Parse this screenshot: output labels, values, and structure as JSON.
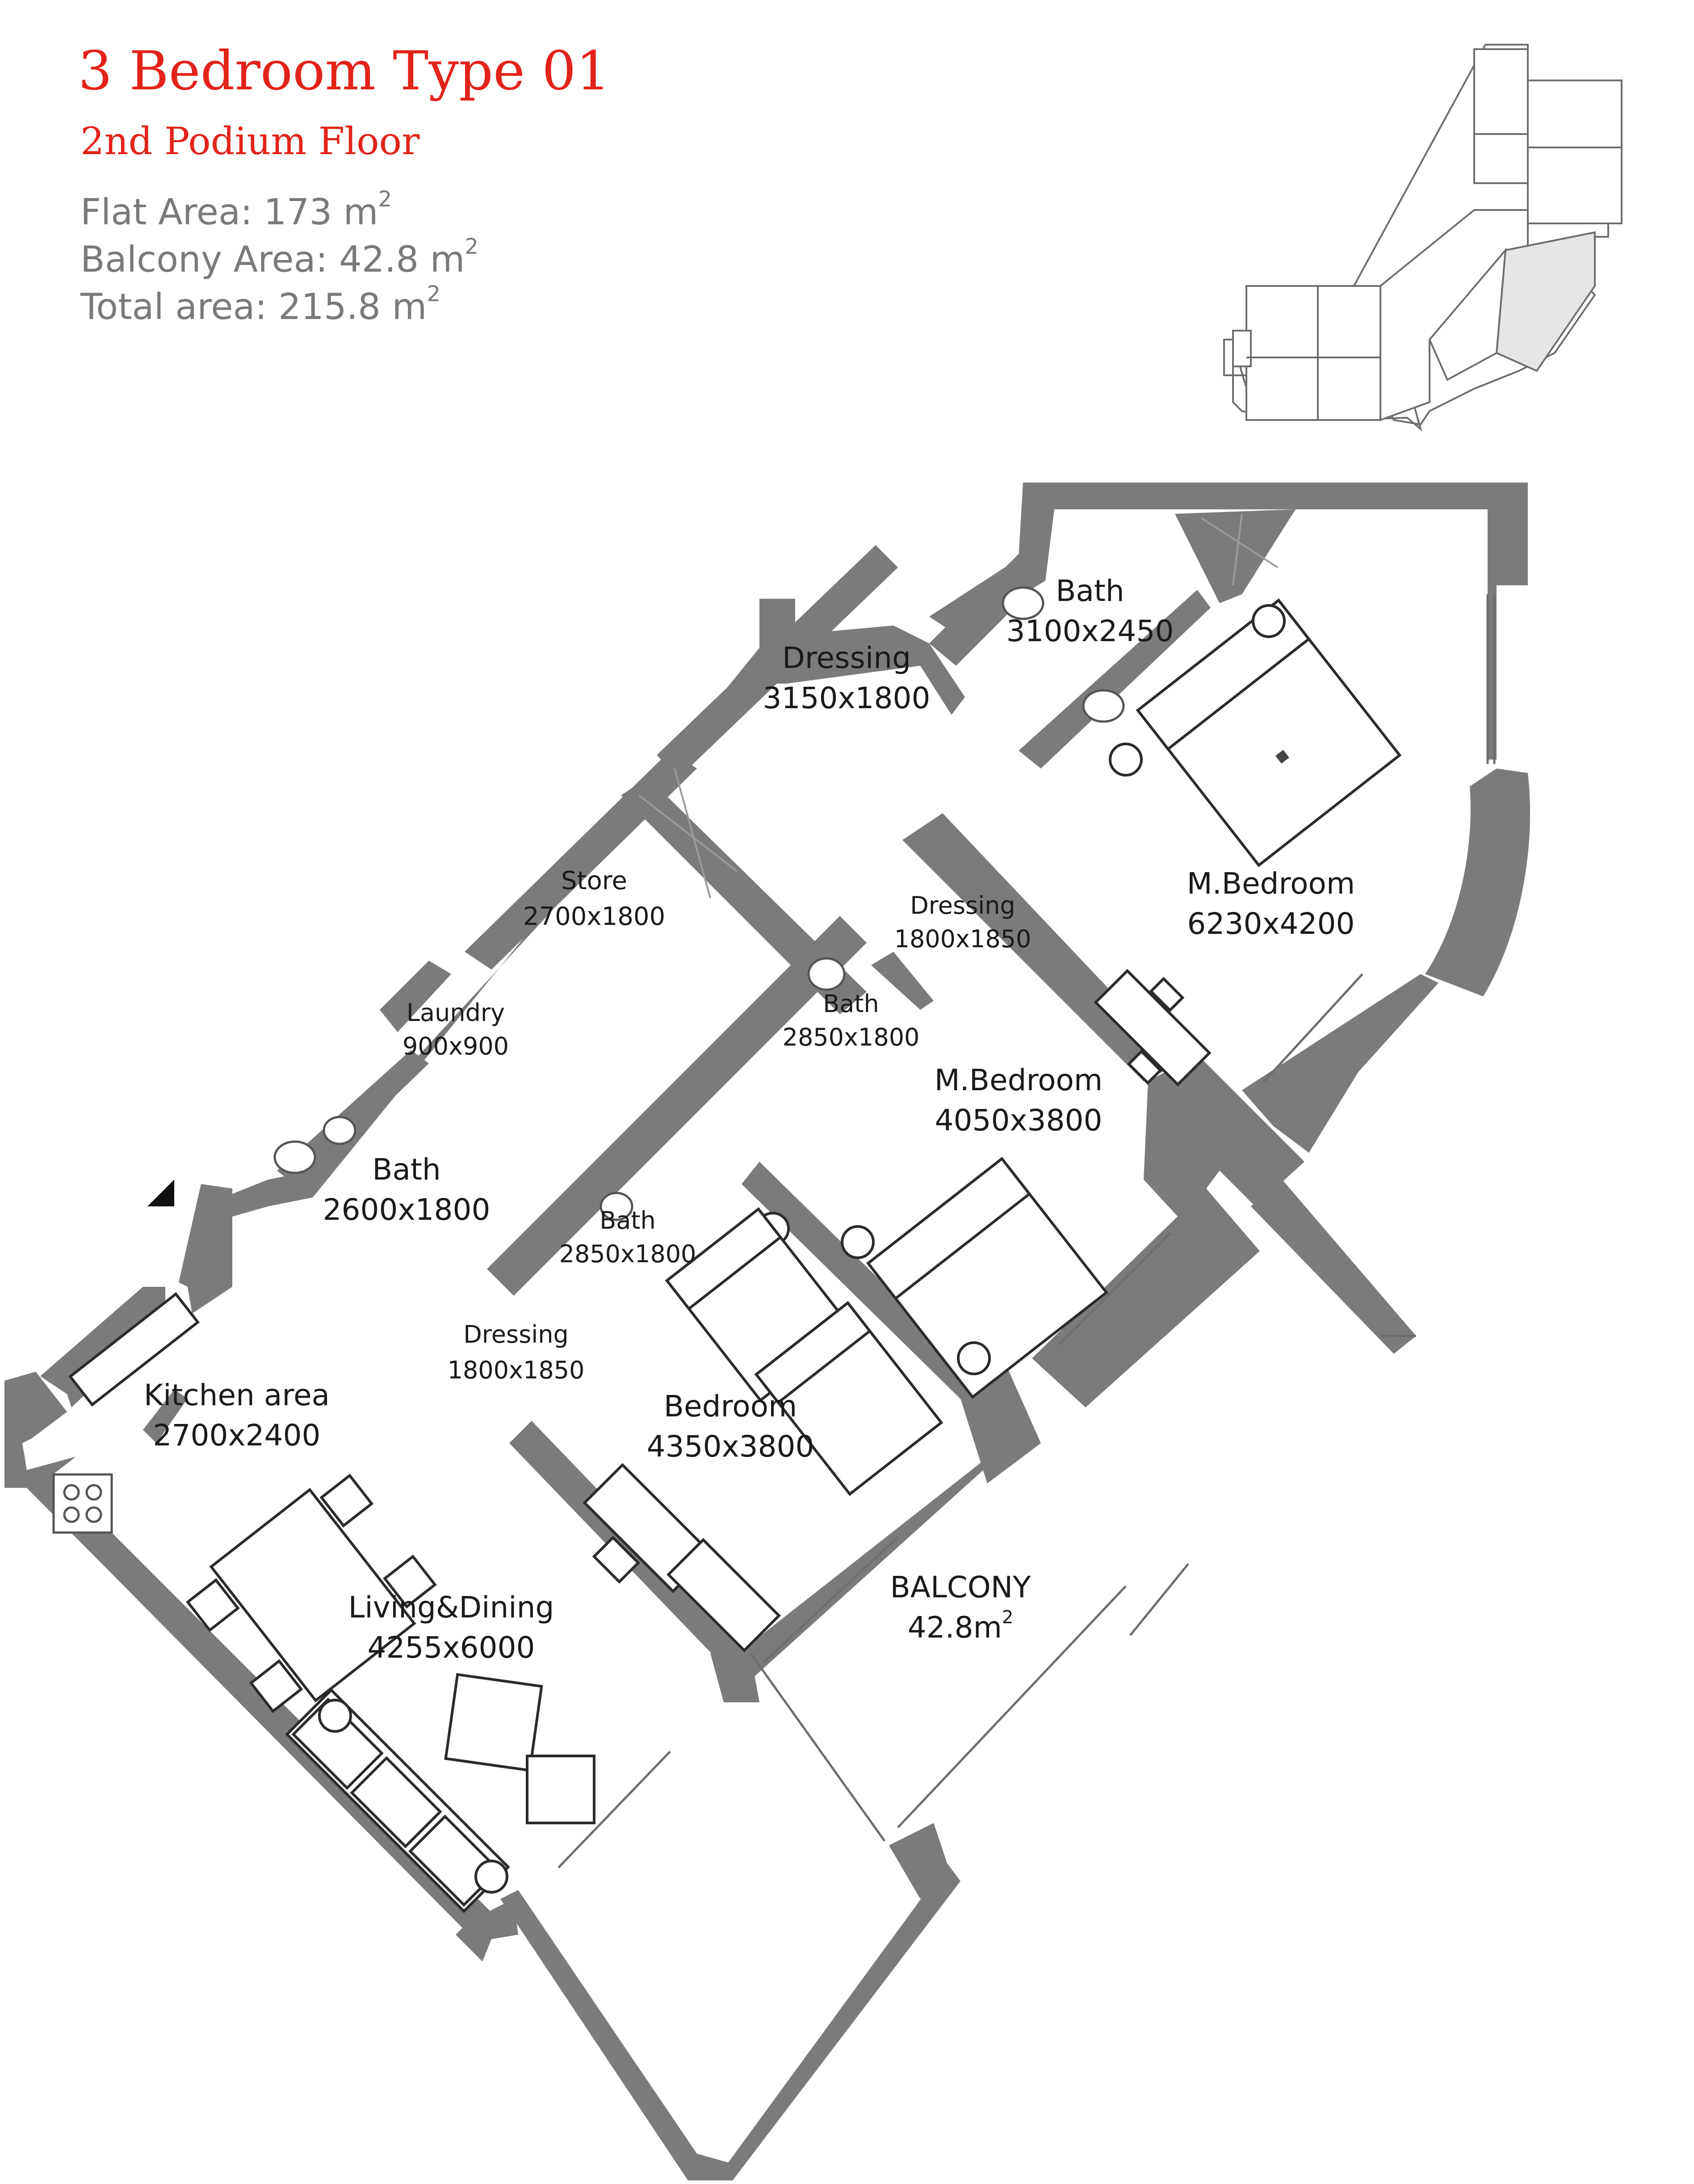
{
  "header": {
    "title": "3 Bedroom  Type 01",
    "floor": "2nd Podium Floor",
    "areas": [
      {
        "label": "Flat Area: 173 m",
        "sup": "2"
      },
      {
        "label": "Balcony Area: 42.8 m",
        "sup": "2"
      },
      {
        "label": "Total area: 215.8 m",
        "sup": "2"
      }
    ]
  },
  "rooms": {
    "bath_master": {
      "name": "Bath",
      "dims": "3100x2450"
    },
    "dressing_top": {
      "name": "Dressing",
      "dims": "3150x1800"
    },
    "master_bedroom_1": {
      "name": "M.Bedroom",
      "dims": "6230x4200"
    },
    "store": {
      "name": "Store",
      "dims": "2700x1800"
    },
    "dressing_mid": {
      "name": "Dressing",
      "dims": "1800x1850"
    },
    "laundry": {
      "name": "Laundry",
      "dims": "900x900"
    },
    "bath_mid": {
      "name": "Bath",
      "dims": "2850x1800"
    },
    "master_bedroom_2": {
      "name": "M.Bedroom",
      "dims": "4050x3800"
    },
    "bath_left": {
      "name": "Bath",
      "dims": "2600x1800"
    },
    "bath_lower": {
      "name": "Bath",
      "dims": "2850x1800"
    },
    "dressing_lower": {
      "name": "Dressing",
      "dims": "1800x1850"
    },
    "kitchen": {
      "name": "Kitchen area",
      "dims": "2700x2400"
    },
    "bedroom": {
      "name": "Bedroom",
      "dims": "4350x3800"
    },
    "living": {
      "name": "Living&Dining",
      "dims": "4255x6000"
    },
    "balcony": {
      "name": "BALCONY",
      "dims": "42.8m",
      "sup": "2"
    }
  },
  "colors": {
    "title": "#e2231a",
    "area_text": "#7a7a7a",
    "wall": "#7b7b7b",
    "highlight": "#e6e6e6"
  }
}
